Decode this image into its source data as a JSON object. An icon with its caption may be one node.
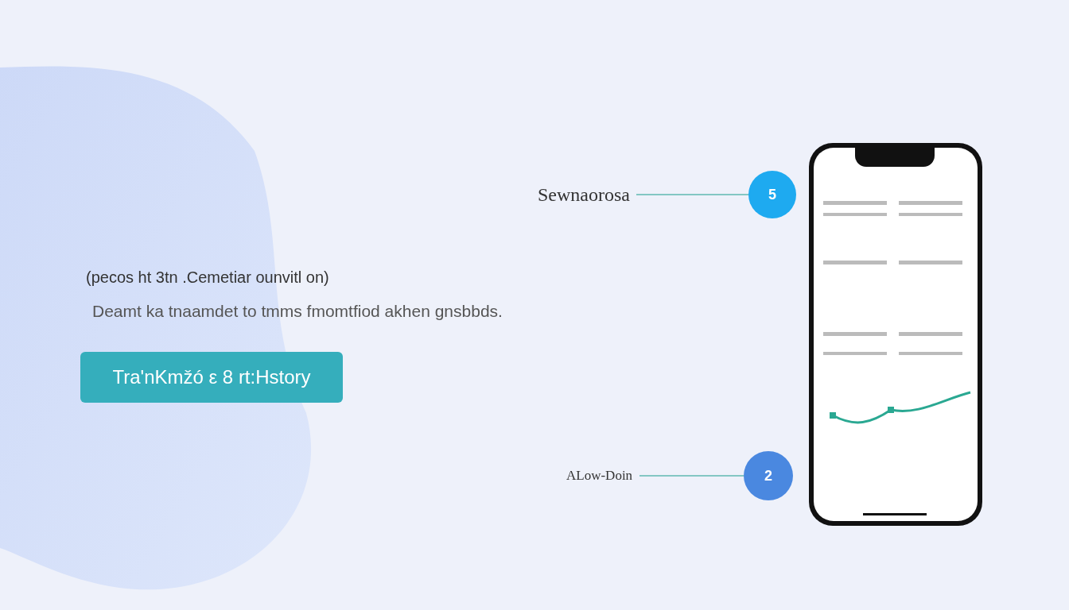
{
  "diagram": {
    "nodes": [
      {
        "text": [
          "Sewnaorosa"
        ]
      },
      {
        "text": [
          "5"
        ]
      },
      {
        "text": [
          "Tra'nKmžó ε 8 rt:Hstory"
        ]
      },
      {
        "text": [
          "ALow-Doin"
        ]
      },
      {
        "text": [
          "2"
        ]
      }
    ],
    "edges": [
      {
        "from": 0,
        "to": 1,
        "arrow": "none"
      },
      {
        "from": 3,
        "to": 4,
        "arrow": "none"
      }
    ],
    "labels": [
      "(pecos ht 3tn .Cemetiar ounvitl on)",
      "Deamt ka tnaamdet to tmms fmomtfiod akhen gnsbbds."
    ]
  }
}
